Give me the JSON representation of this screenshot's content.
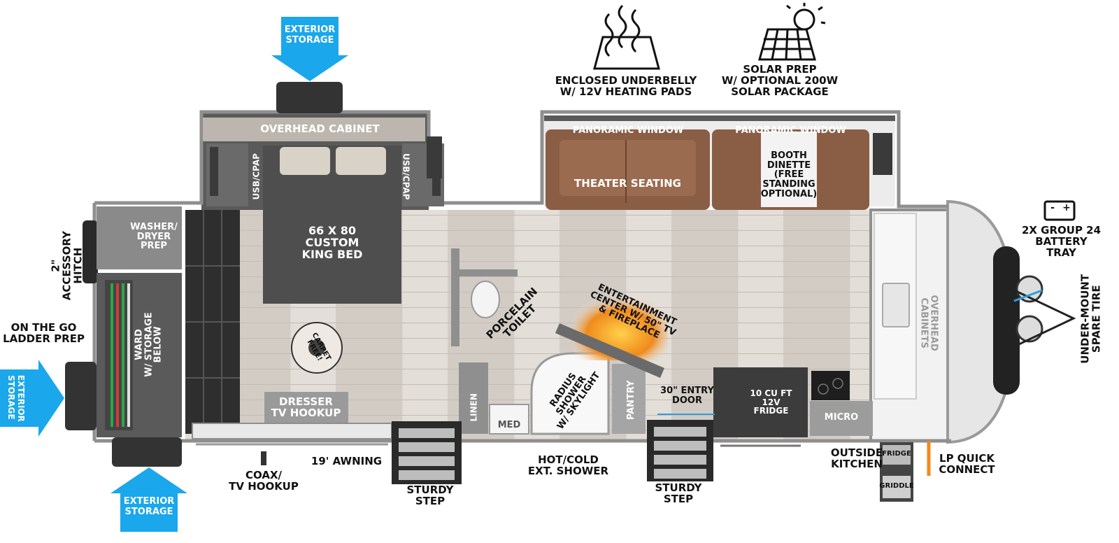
{
  "features": {
    "underbelly": "ENCLOSED UNDERBELLY\nW/ 12V HEATING PADS",
    "solar": "SOLAR PREP\nW/ OPTIONAL 200W\nSOLAR PACKAGE",
    "battery": "2X GROUP 24\nBATTERY\nTRAY",
    "battery_symbol_minus": "-",
    "battery_symbol_plus": "+"
  },
  "storage": {
    "top": "EXTERIOR\nSTORAGE",
    "left": "EXTERIOR\nSTORAGE",
    "bottom": "EXTERIOR\nSTORAGE"
  },
  "rooms": {
    "overhead_cabinet": "OVERHEAD CABINET",
    "usb_left": "USB/CPAP",
    "usb_right": "USB/CPAP",
    "bed": "66 X  80\nCUSTOM\nKING BED",
    "washer": "WASHER/\nDRYER\nPREP",
    "wardrobe": "WARD\nW/ STORAGE\nBELOW",
    "carpet_free": "CARPET FREE!",
    "dresser": "DRESSER\nTV HOOKUP",
    "toilet": "PORCELAIN\nTOILET",
    "linen": "LINEN",
    "med": "MED",
    "shower": "RADIUS\nSHOWER\nW/ SKYLIGHT",
    "pantry": "PANTRY",
    "entertainment": "ENTERTAINMENT\nCENTER W/ 50\" TV\n& FIREPLACE",
    "panoramic_1": "PANORAMIC WINDOW",
    "panoramic_2": "PANORAMIC WINDOW",
    "theater": "THEATER SEATING",
    "booth": "BOOTH\nDINETTE\n(FREE\nSTANDING\nOPTIONAL)",
    "entry_door": "30\" ENTRY\nDOOR",
    "fridge": "10 CU FT\n12V\nFRIDGE",
    "micro": "MICRO",
    "overhead_cabinets": "OVERHEAD\nCABINETS"
  },
  "exterior": {
    "hitch": "2\" ACCESSORY\nHITCH",
    "ladder": "ON THE GO\nLADDER PREP",
    "coax": "COAX/\nTV HOOKUP",
    "awning": "19' AWNING",
    "step_1": "STURDY\nSTEP",
    "shower_ext": "HOT/COLD\nEXT. SHOWER",
    "step_2": "STURDY\nSTEP",
    "outside_kitchen": "OUTSIDE\nKITCHEN",
    "ok_fridge": "FRIDGE",
    "ok_griddle": "GRIDDLE",
    "lp": "LP QUICK\nCONNECT",
    "spare": "UNDER-MOUNT\nSPARE TIRE"
  },
  "colors": {
    "wall": "#8f8f8f",
    "wall_dark": "#4a4a4a",
    "floor": "#dcd6d0",
    "seating_brown": "#8a5e45",
    "storage_blue": "#1aa7ec",
    "fireplace": "#f08a1c"
  }
}
